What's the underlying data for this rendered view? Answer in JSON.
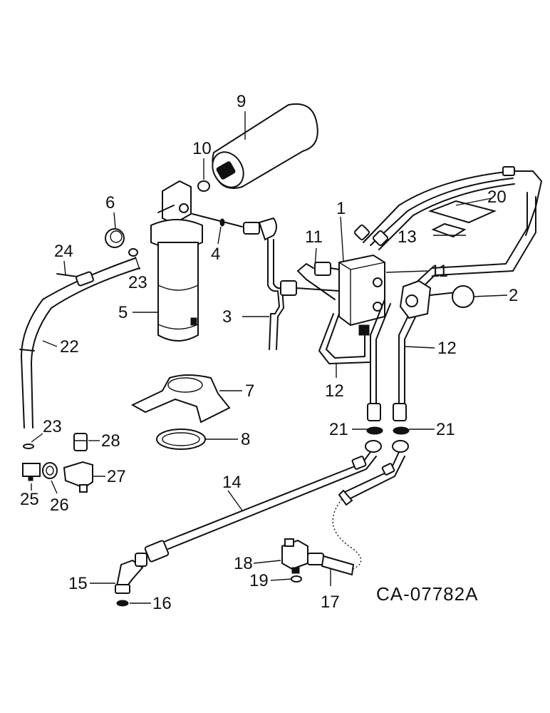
{
  "drawing_code": "CA-07782A",
  "callouts": [
    "1",
    "2",
    "3",
    "4",
    "5",
    "6",
    "7",
    "8",
    "9",
    "10",
    "11",
    "11",
    "12",
    "12",
    "13",
    "14",
    "15",
    "16",
    "17",
    "18",
    "19",
    "20",
    "21",
    "21",
    "22",
    "23",
    "23",
    "24",
    "25",
    "26",
    "27",
    "28"
  ]
}
